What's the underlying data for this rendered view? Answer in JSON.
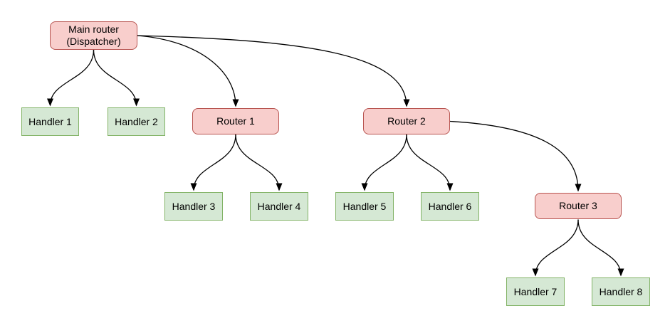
{
  "diagram": {
    "type": "tree-flowchart",
    "background": "#ffffff",
    "colors": {
      "router_fill": "#f8cecc",
      "router_border": "#b85450",
      "handler_fill": "#d5e8d4",
      "handler_border": "#82b366",
      "edge": "#000000",
      "text": "#000000"
    },
    "nodes": {
      "main_router": {
        "line1": "Main router",
        "line2": "(Dispatcher)",
        "kind": "router"
      },
      "router_1": {
        "label": "Router 1",
        "kind": "router"
      },
      "router_2": {
        "label": "Router 2",
        "kind": "router"
      },
      "router_3": {
        "label": "Router 3",
        "kind": "router"
      },
      "handler_1": {
        "label": "Handler 1",
        "kind": "handler"
      },
      "handler_2": {
        "label": "Handler 2",
        "kind": "handler"
      },
      "handler_3": {
        "label": "Handler 3",
        "kind": "handler"
      },
      "handler_4": {
        "label": "Handler 4",
        "kind": "handler"
      },
      "handler_5": {
        "label": "Handler 5",
        "kind": "handler"
      },
      "handler_6": {
        "label": "Handler 6",
        "kind": "handler"
      },
      "handler_7": {
        "label": "Handler 7",
        "kind": "handler"
      },
      "handler_8": {
        "label": "Handler 8",
        "kind": "handler"
      }
    },
    "edges": [
      {
        "from": "main_router",
        "to": "handler_1"
      },
      {
        "from": "main_router",
        "to": "handler_2"
      },
      {
        "from": "main_router",
        "to": "router_1"
      },
      {
        "from": "main_router",
        "to": "router_2"
      },
      {
        "from": "router_1",
        "to": "handler_3"
      },
      {
        "from": "router_1",
        "to": "handler_4"
      },
      {
        "from": "router_2",
        "to": "handler_5"
      },
      {
        "from": "router_2",
        "to": "handler_6"
      },
      {
        "from": "router_2",
        "to": "router_3"
      },
      {
        "from": "router_3",
        "to": "handler_7"
      },
      {
        "from": "router_3",
        "to": "handler_8"
      }
    ]
  }
}
